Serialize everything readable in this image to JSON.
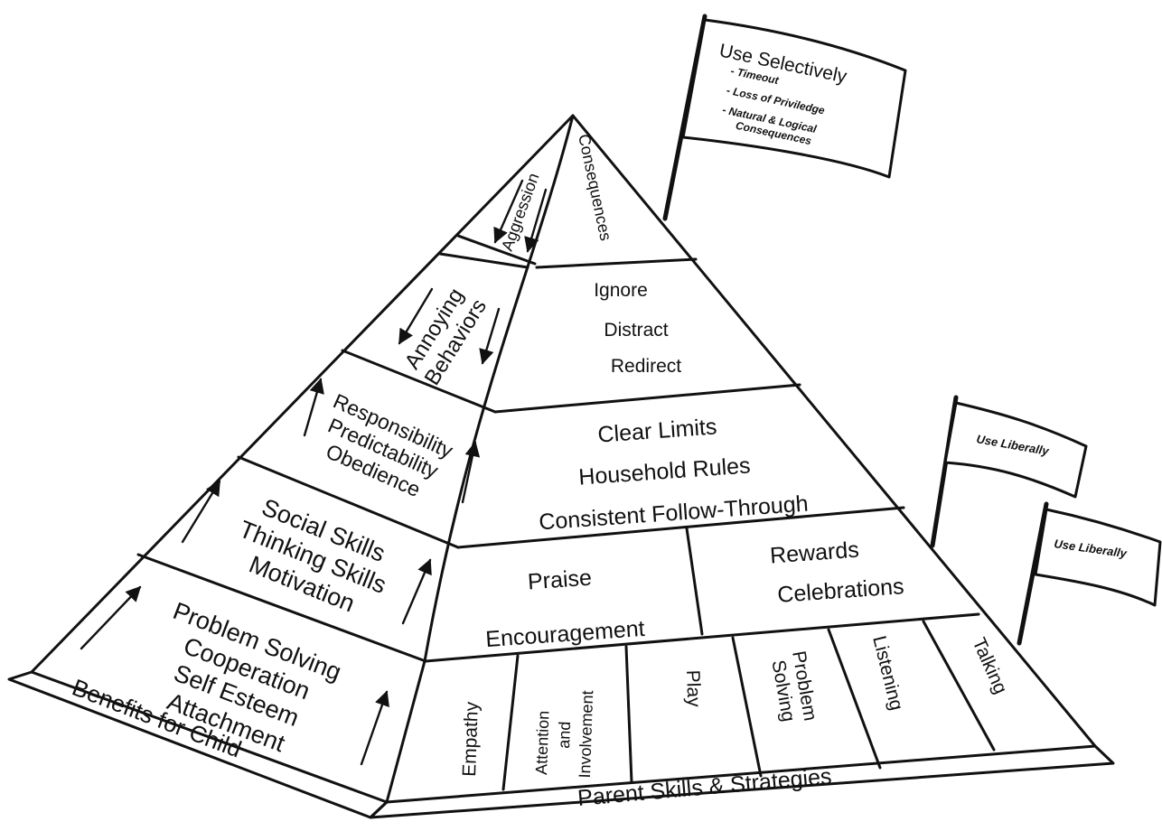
{
  "pyramid": {
    "left_face": {
      "apex_behavior": "Aggression",
      "annoying": [
        "Annoying",
        "Behaviors"
      ],
      "responsibility": [
        "Responsibility",
        "Predictability",
        "Obedience"
      ],
      "social": [
        "Social Skills",
        "Thinking Skills",
        "Motivation"
      ],
      "problem": [
        "Problem Solving",
        "Cooperation",
        "Self Esteem",
        "Attachment"
      ],
      "base_label": "Benefits for Child"
    },
    "right_face": {
      "consequences": "Consequences",
      "ignore": [
        "Ignore",
        "Distract",
        "Redirect"
      ],
      "limits": [
        "Clear Limits",
        "Household Rules",
        "Consistent Follow-Through"
      ],
      "praise": [
        "Praise",
        "Encouragement"
      ],
      "rewards": [
        "Rewards",
        "Celebrations"
      ],
      "foundation": [
        "Empathy",
        "Attention and Involvement",
        "Play",
        "Problem Solving",
        "Listening",
        "Talking"
      ],
      "foundation_lines": {
        "attention": [
          "Attention",
          "and",
          "Involvement"
        ],
        "problem": [
          "Problem",
          "Solving"
        ]
      },
      "base_label": "Parent Skills & Strategies"
    }
  },
  "flags": {
    "top": {
      "title": "Use Selectively",
      "items": [
        "- Timeout",
        "- Loss of Priviledge",
        "- Natural & Logical",
        "Consequences"
      ]
    },
    "middle": {
      "label": "Use Liberally"
    },
    "bottom": {
      "label": "Use Liberally"
    }
  },
  "colors": {
    "ink": "#111111",
    "paper": "#ffffff"
  }
}
